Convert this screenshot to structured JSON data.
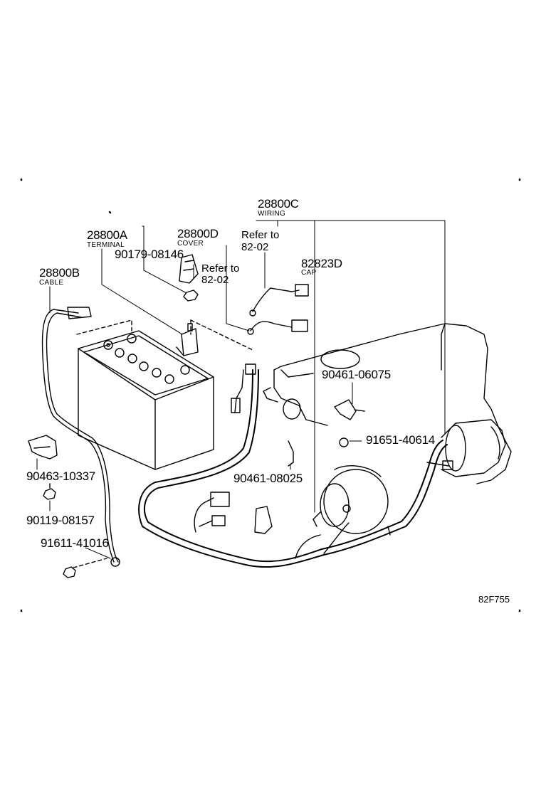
{
  "labels": {
    "wiring_pn": "28800C",
    "wiring_name": "WIRING",
    "terminal_pn": "28800A",
    "terminal_name": "TERMINAL",
    "cover_pn": "28800D",
    "cover_name": "COVER",
    "refer_top_1": "Refer to",
    "refer_top_2": "82-02",
    "refer_mid_1": "Refer to",
    "refer_mid_2": "82-02",
    "nut_pn": "90179-08146",
    "cable_pn": "28800B",
    "cable_name": "CABLE",
    "cap_pn": "82823D",
    "cap_name": "CAP",
    "clamp_a_pn": "90461-06075",
    "nut_b_pn": "91651-40614",
    "clamp_b_pn": "90461-08025",
    "bracket_pn": "90463-10337",
    "bolt_pn": "90119-08157",
    "nut_c_pn": "91611-41016",
    "figure_code": "82F755"
  }
}
